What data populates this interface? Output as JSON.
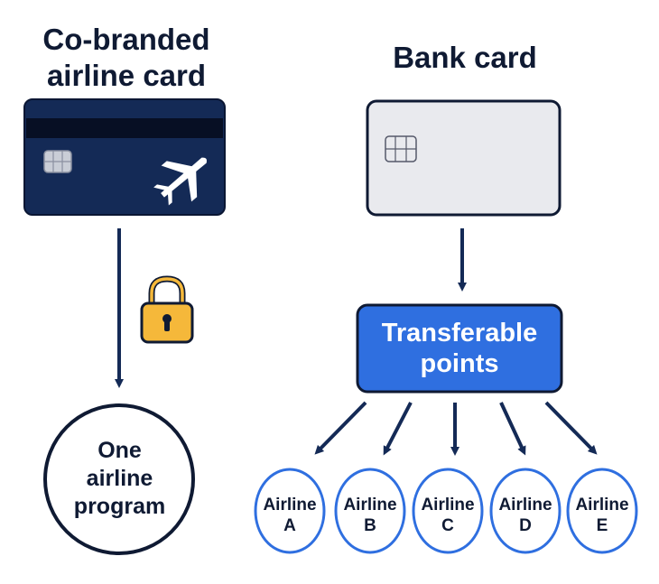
{
  "left": {
    "title_line1": "Co-branded",
    "title_line2": "airline card",
    "card_color": "#142a56",
    "lock_color": "#f5b83a",
    "destination_line1": "One",
    "destination_line2": "airline",
    "destination_line3": "program"
  },
  "right": {
    "title": "Bank card",
    "card_color": "#e9eaee",
    "hub_line1": "Transferable",
    "hub_line2": "points",
    "hub_color": "#2f6fe0",
    "airlines": [
      {
        "line1": "Airline",
        "line2": "A"
      },
      {
        "line1": "Airline",
        "line2": "B"
      },
      {
        "line1": "Airline",
        "line2": "C"
      },
      {
        "line1": "Airline",
        "line2": "D"
      },
      {
        "line1": "Airline",
        "line2": "E"
      }
    ],
    "airline_border_color": "#2f6fe0"
  },
  "arrow_color": "#142a56"
}
